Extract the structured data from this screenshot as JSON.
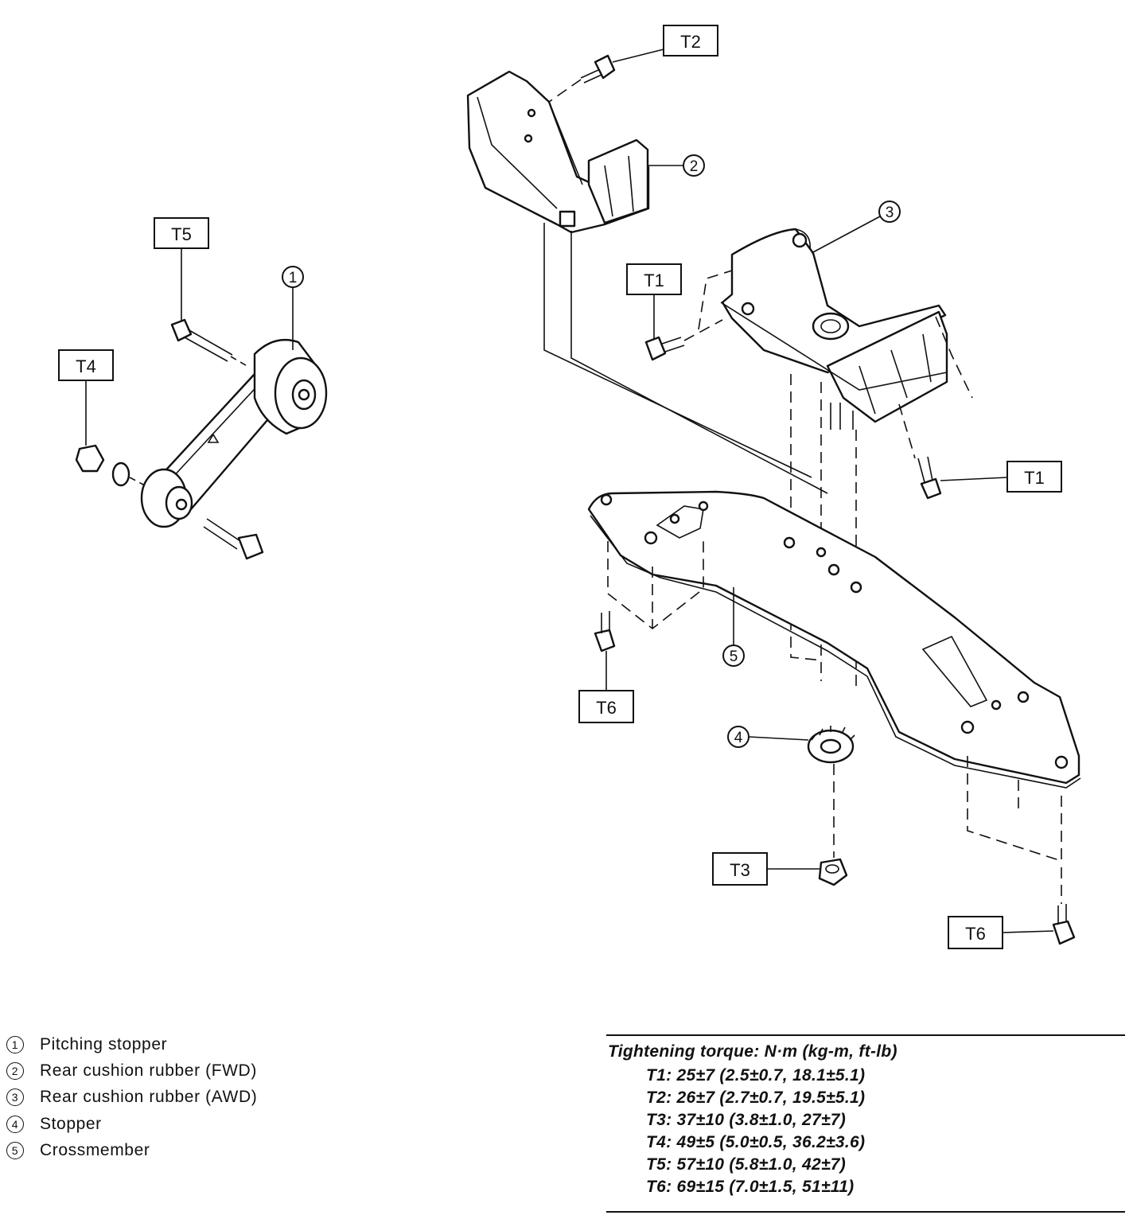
{
  "callouts": {
    "c1": "1",
    "c2": "2",
    "c3": "3",
    "c4": "4",
    "c5": "5"
  },
  "tags": {
    "t1_upper": "T1",
    "t1_lower": "T1",
    "t2": "T2",
    "t3": "T3",
    "t4": "T4",
    "t5": "T5",
    "t6_left": "T6",
    "t6_right": "T6"
  },
  "legend": [
    {
      "num": "1",
      "label": "Pitching stopper"
    },
    {
      "num": "2",
      "label": "Rear cushion rubber (FWD)"
    },
    {
      "num": "3",
      "label": "Rear cushion rubber (AWD)"
    },
    {
      "num": "4",
      "label": "Stopper"
    },
    {
      "num": "5",
      "label": "Crossmember"
    }
  ],
  "torque": {
    "title": "Tightening torque: N·m (kg-m, ft-lb)",
    "rows": [
      "T1: 25±7 (2.5±0.7, 18.1±5.1)",
      "T2: 26±7 (2.7±0.7, 19.5±5.1)",
      "T3: 37±10 (3.8±1.0, 27±7)",
      "T4: 49±5 (5.0±0.5, 36.2±3.6)",
      "T5: 57±10 (5.8±1.0, 42±7)",
      "T6: 69±15 (7.0±1.5, 51±11)"
    ]
  }
}
